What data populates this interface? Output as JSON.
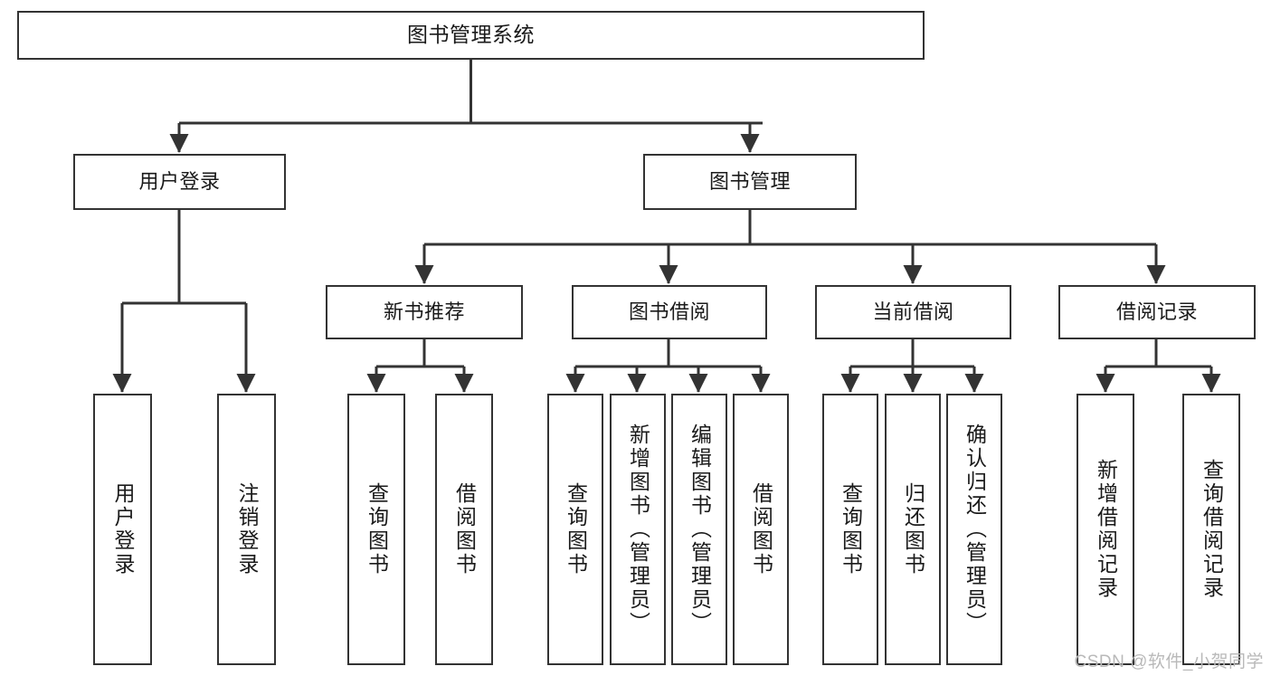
{
  "diagram": {
    "title": "图书管理系统",
    "type": "tree",
    "watermark": "CSDN @软件_小贺同学",
    "colors": {
      "box_border": "#333333",
      "box_fill": "#ffffff",
      "edge": "#333333",
      "text": "#1a1a1a",
      "watermark": "#b9b9b9",
      "background": "#ffffff"
    },
    "nodes": {
      "root": {
        "label": "图书管理系统",
        "level": 0
      },
      "user_login": {
        "label": "用户登录",
        "level": 1
      },
      "book_manage": {
        "label": "图书管理",
        "level": 1
      },
      "new_book_rec": {
        "label": "新书推荐",
        "level": 2
      },
      "book_borrow": {
        "label": "图书借阅",
        "level": 2
      },
      "current_borrow": {
        "label": "当前借阅",
        "level": 2
      },
      "borrow_record": {
        "label": "借阅记录",
        "level": 2
      },
      "leaf_user_login": {
        "label": "用户登录",
        "level": 3
      },
      "leaf_logout": {
        "label": "注销登录",
        "level": 3
      },
      "leaf_query_book_a": {
        "label": "查询图书",
        "level": 3
      },
      "leaf_borrow_book_a": {
        "label": "借阅图书",
        "level": 3
      },
      "leaf_query_book_b": {
        "label": "查询图书",
        "level": 3
      },
      "leaf_add_book": {
        "label": "新增图书（管理员）",
        "level": 3
      },
      "leaf_edit_book": {
        "label": "编辑图书（管理员）",
        "level": 3
      },
      "leaf_borrow_book_b": {
        "label": "借阅图书",
        "level": 3
      },
      "leaf_query_book_c": {
        "label": "查询图书",
        "level": 3
      },
      "leaf_return_book": {
        "label": "归还图书",
        "level": 3
      },
      "leaf_confirm_return": {
        "label": "确认归还（管理员）",
        "level": 3
      },
      "leaf_add_record": {
        "label": "新增借阅记录",
        "level": 3
      },
      "leaf_query_record": {
        "label": "查询借阅记录",
        "level": 3
      }
    },
    "edges": [
      {
        "from": "root",
        "to": "user_login"
      },
      {
        "from": "root",
        "to": "book_manage"
      },
      {
        "from": "book_manage",
        "to": "new_book_rec"
      },
      {
        "from": "book_manage",
        "to": "book_borrow"
      },
      {
        "from": "book_manage",
        "to": "current_borrow"
      },
      {
        "from": "book_manage",
        "to": "borrow_record"
      },
      {
        "from": "user_login",
        "to": "leaf_user_login"
      },
      {
        "from": "user_login",
        "to": "leaf_logout"
      },
      {
        "from": "new_book_rec",
        "to": "leaf_query_book_a"
      },
      {
        "from": "new_book_rec",
        "to": "leaf_borrow_book_a"
      },
      {
        "from": "book_borrow",
        "to": "leaf_query_book_b"
      },
      {
        "from": "book_borrow",
        "to": "leaf_add_book"
      },
      {
        "from": "book_borrow",
        "to": "leaf_edit_book"
      },
      {
        "from": "book_borrow",
        "to": "leaf_borrow_book_b"
      },
      {
        "from": "current_borrow",
        "to": "leaf_query_book_c"
      },
      {
        "from": "current_borrow",
        "to": "leaf_return_book"
      },
      {
        "from": "current_borrow",
        "to": "leaf_confirm_return"
      },
      {
        "from": "borrow_record",
        "to": "leaf_add_record"
      },
      {
        "from": "borrow_record",
        "to": "leaf_query_record"
      }
    ]
  }
}
